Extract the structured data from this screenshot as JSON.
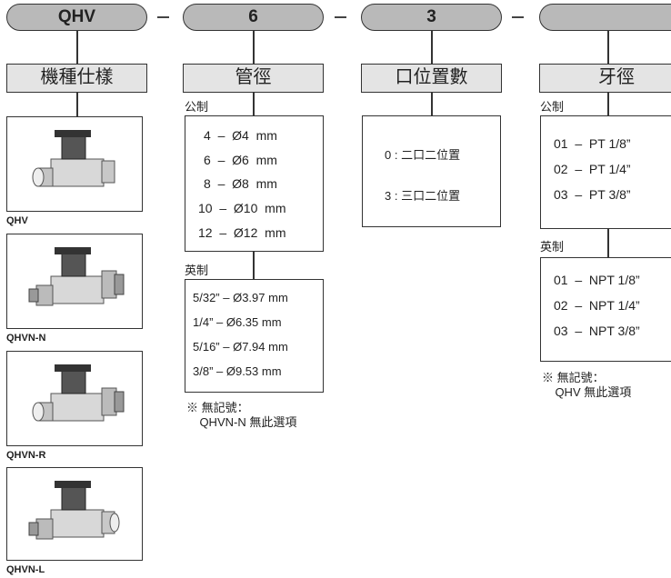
{
  "codes": {
    "series": "QHV",
    "diameter": "6",
    "position": "3",
    "thread": ""
  },
  "headers": {
    "spec": "機種仕樣",
    "diameter": "管徑",
    "position": "口位置數",
    "thread": "牙徑"
  },
  "products": [
    "QHV",
    "QHVN-N",
    "QHVN-R",
    "QHVN-L"
  ],
  "diameter": {
    "metric_label": "公制",
    "metric": [
      "4  –  Ø4  mm",
      "6  –  Ø6  mm",
      "8  –  Ø8  mm",
      "10  –  Ø10  mm",
      "12  –  Ø12  mm"
    ],
    "imperial_label": "英制",
    "imperial": [
      "5/32” – Ø3.97 mm",
      "1/4” – Ø6.35 mm",
      "5/16” – Ø7.94 mm",
      "3/8” – Ø9.53 mm"
    ],
    "note": "※ 無記號：\n    QHVN-N 無此選項"
  },
  "position": {
    "options": [
      "0 : 二口二位置",
      "3 : 三口二位置"
    ]
  },
  "thread": {
    "metric_label": "公制",
    "metric": [
      "01  –  PT 1/8”",
      "02  –  PT 1/4”",
      "03  –  PT 3/8”"
    ],
    "imperial_label": "英制",
    "imperial": [
      "01  –  NPT 1/8”",
      "02  –  NPT 1/4”",
      "03  –  NPT 3/8”"
    ],
    "note": "※ 無記號：\n    QHV 無此選項"
  }
}
